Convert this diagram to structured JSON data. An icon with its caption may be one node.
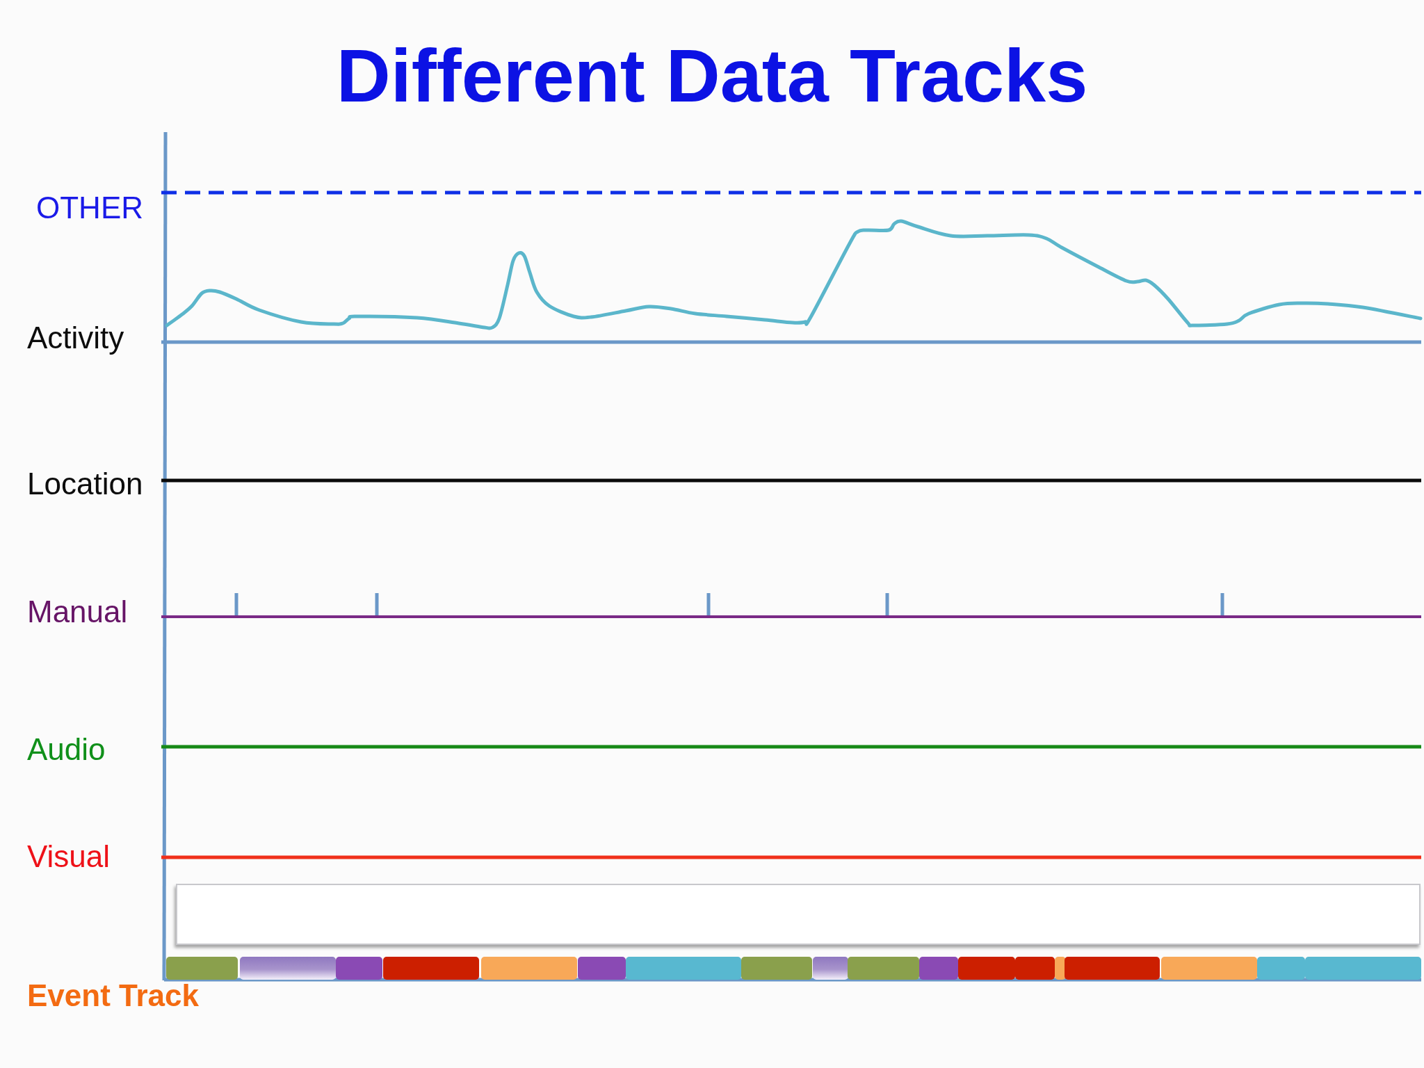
{
  "diagram": {
    "title": "Different Data Tracks",
    "labels": [
      "OTHER",
      "Activity",
      "Location",
      "Manual",
      "Audio",
      "Visual",
      "Event Track"
    ]
  }
}
